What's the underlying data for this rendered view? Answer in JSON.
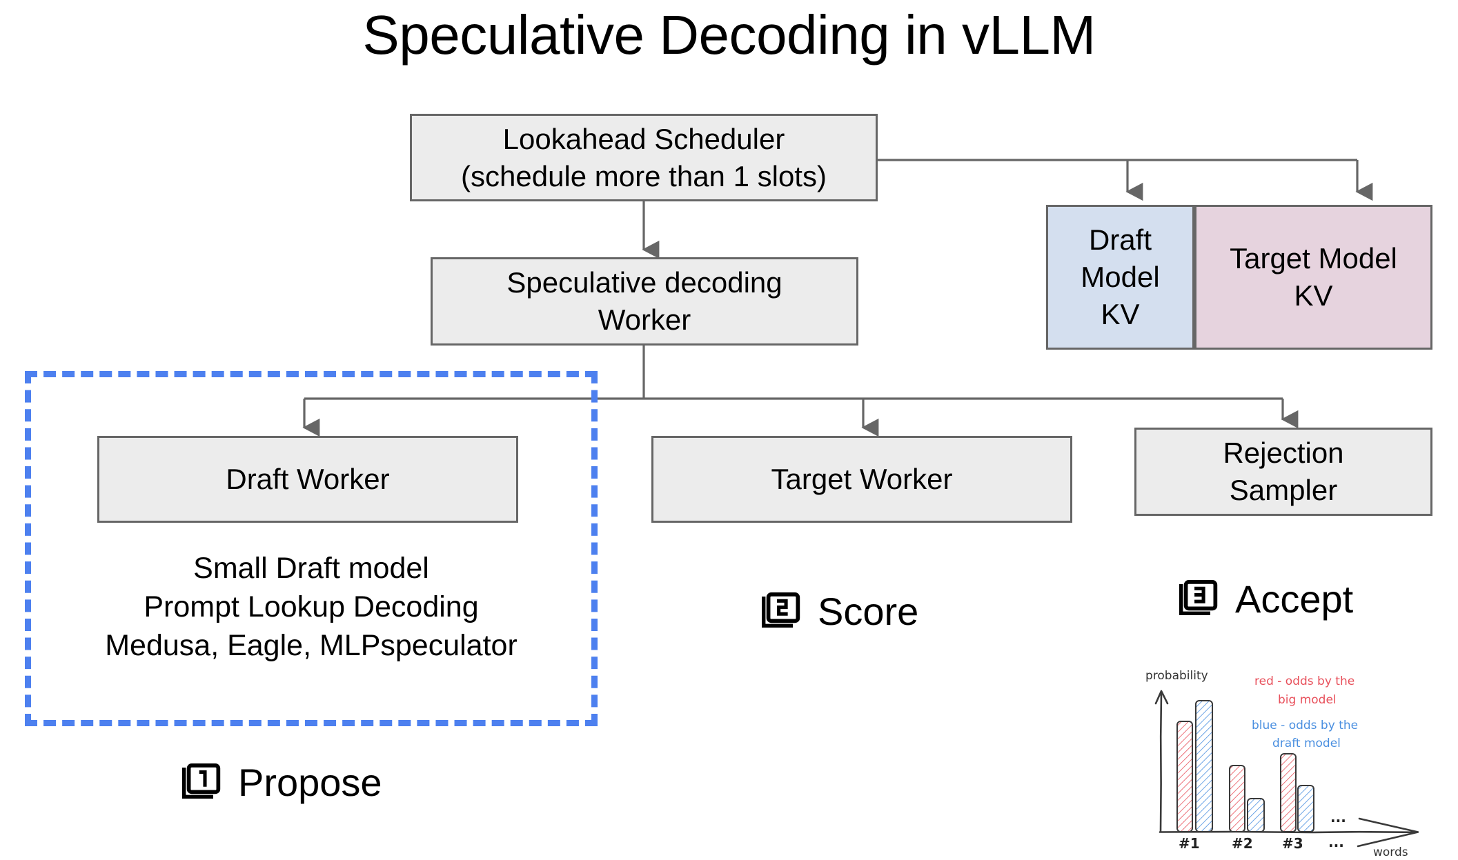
{
  "title": "Speculative Decoding in vLLM",
  "nodes": {
    "lookahead_scheduler": "Lookahead Scheduler\n(schedule more than 1 slots)",
    "lookahead_scheduler_line1": "Lookahead Scheduler",
    "lookahead_scheduler_line2": "(schedule more than 1 slots)",
    "spec_worker_line1": "Speculative decoding",
    "spec_worker_line2": "Worker",
    "draft_worker": "Draft Worker",
    "target_worker": "Target Worker",
    "rejection_sampler_line1": "Rejection",
    "rejection_sampler_line2": "Sampler",
    "draft_model_kv_line1": "Draft",
    "draft_model_kv_line2": "Model",
    "draft_model_kv_line3": "KV",
    "target_model_kv_line1": "Target Model",
    "target_model_kv_line2": "KV"
  },
  "draft_notes": {
    "line1": "Small Draft model",
    "line2": "Prompt Lookup Decoding",
    "line3": "Medusa, Eagle, MLPspeculator"
  },
  "steps": [
    {
      "number": "1",
      "label": "Propose",
      "icon": "looks-one-icon"
    },
    {
      "number": "2",
      "label": "Score",
      "icon": "looks-two-icon"
    },
    {
      "number": "3",
      "label": "Accept",
      "icon": "looks-three-icon"
    }
  ],
  "colors": {
    "node_fill": "#ececec",
    "node_border": "#666666",
    "kv_draft_fill": "#d4dfef",
    "kv_target_fill": "#e6d3de",
    "dashed_blue": "#4d80ef",
    "sketch_red": "#e8505b",
    "sketch_blue": "#4a8fe0",
    "sketch_ink": "#3a3a3a"
  },
  "chart_data": {
    "type": "bar",
    "title": "",
    "xlabel": "words",
    "ylabel": "probability",
    "categories": [
      "#1",
      "#2",
      "#3",
      "..."
    ],
    "series": [
      {
        "name": "red - odds by the big model",
        "color": "#e8505b",
        "values": [
          0.8,
          0.5,
          0.56,
          null
        ]
      },
      {
        "name": "blue - odds by the draft model",
        "color": "#4a8fe0",
        "values": [
          0.92,
          0.26,
          0.34,
          null
        ]
      }
    ],
    "ylim": [
      0,
      1
    ],
    "grid": false,
    "legend_position": "top-right",
    "annotations": [
      {
        "text": "red - odds by the\nbig model",
        "color": "#e8505b"
      },
      {
        "text": "blue - odds by the\ndraft model",
        "color": "#4a8fe0"
      }
    ],
    "legend_lines": {
      "red_line1": "red - odds by the",
      "red_line2": "big model",
      "blue_line1": "blue - odds by the",
      "blue_line2": "draft model"
    },
    "axis_labels": {
      "y": "probability",
      "x": "words"
    },
    "tick_labels": [
      "#1",
      "#2",
      "#3"
    ],
    "ellipsis_upper": "...",
    "ellipsis_lower": "..."
  }
}
